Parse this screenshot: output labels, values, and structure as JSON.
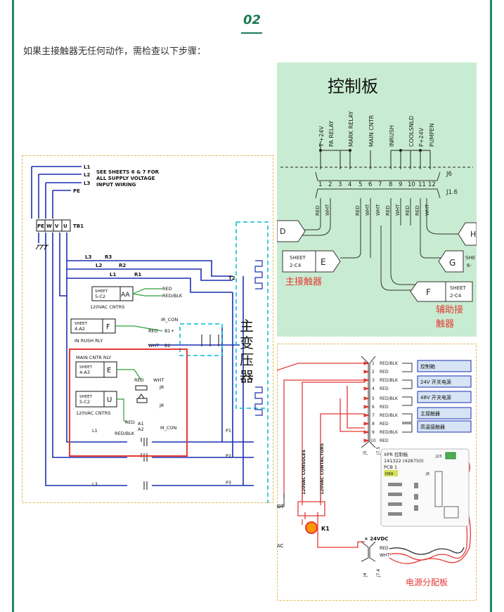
{
  "header": {
    "section_number": "02"
  },
  "intro_text": "如果主接触器无任何动作，需检查以下步骤：",
  "control_board_panel": {
    "title": "控制板",
    "pin_labels": [
      "T +24V",
      "PA RELAY",
      "MARK RELAY",
      "MAIN CNTR",
      "INRUSH",
      "COOLSNLD",
      "P+24V",
      "PUMPEN"
    ],
    "pin_numbers": [
      "1",
      "2",
      "3",
      "4",
      "5",
      "6",
      "7",
      "8",
      "9",
      "10",
      "11",
      "12"
    ],
    "conn_j6": "J6",
    "conn_j16": "J1.6",
    "wire_labels": [
      "RED",
      "WHT",
      "RED",
      "WHT",
      "RED",
      "WHT",
      "RED",
      "WHT",
      "RED",
      "WHT"
    ],
    "sheet_e": {
      "sheet": "SHEET",
      "ref": "2-C4",
      "letter": "E"
    },
    "sheet_g": {
      "sheet": "SHE",
      "ref": "6-",
      "letter": "G"
    },
    "sheet_f": {
      "sheet": "SHEET",
      "ref": "2-C4",
      "letter": "F"
    },
    "letter_d": "D",
    "letter_h": "H",
    "annotation_main": "主接触器",
    "annotation_aux_1": "辅助接",
    "annotation_aux_2": "触器"
  },
  "wiring_panel": {
    "lines": [
      "L1",
      "L2",
      "L3",
      "PE"
    ],
    "note": [
      "SEE SHEETS 6 & 7 FOR",
      "ALL SUPPLY VOLTAGE",
      "INPUT WIRING"
    ],
    "tb1": {
      "cells": [
        "PE",
        "W",
        "V",
        "U"
      ],
      "label": "TB1"
    },
    "r_labels": [
      "R3",
      "R2",
      "R1"
    ],
    "l_labels": [
      "L3",
      "L2",
      "L1"
    ],
    "t2": "T2",
    "box_aa": {
      "sheet": "SHEET",
      "ref": "5-C2",
      "letter": "AA",
      "caption": "120VAC CNTRS"
    },
    "box_f": {
      "sheet": "SHEET",
      "ref": "4-A2",
      "letter": "F",
      "caption": "IN RUSH RLY"
    },
    "box_e": {
      "sheet": "SHEET",
      "ref": "4-A3",
      "letter": "E",
      "caption": "MAIN CNTR RLY"
    },
    "box_u": {
      "sheet": "SHEET",
      "ref": "5-C2",
      "letter": "U",
      "caption": "120VAC CNTRS"
    },
    "wire_red": "RED",
    "wire_redblk": "RED/BLK",
    "ir_con": "IR_CON",
    "b1": "B1+",
    "wht_b2": [
      "WHT",
      "B2"
    ],
    "j8": "J8",
    "red_wht": [
      "RED",
      "WHT"
    ],
    "a1": "A1",
    "a2": "A2",
    "m_con": "M_CON",
    "p_labels": [
      "P1",
      "P2",
      "P3"
    ],
    "transformer": [
      "主",
      "变",
      "压",
      "器"
    ]
  },
  "power_panel": {
    "j5_pins": [
      "1",
      "2",
      "3",
      "4",
      "5",
      "6",
      "7",
      "8",
      "9",
      "10"
    ],
    "wires": [
      "RED/BLK",
      "RED",
      "RED/BLK",
      "RED",
      "RED/BLK",
      "RED",
      "RED/BLK",
      "RED",
      "RED/BLK",
      "RED"
    ],
    "targets": [
      "控制箱",
      "24V 开关电源",
      "48V 开关电源",
      "主接触器",
      "高温接触器"
    ],
    "conn_j5": "J5",
    "conn_j75": "J7.5",
    "consoles": "120VAC CONSOLES",
    "contactors": "120VAC CONTACTORS",
    "k1": "K1",
    "vdc": "+ 24VDC",
    "j4": "J4",
    "j74": "J7.4",
    "board": {
      "name": "XPR 控制板",
      "num": "141322  (428750)",
      "pcb": "PCB 1",
      "d69": "D69",
      "j6": "J6",
      "j23": "J23"
    },
    "left_cut": [
      "OT",
      "AC"
    ],
    "footer": "电源分配板",
    "bottom_wires": [
      "RED",
      "WHT"
    ]
  }
}
